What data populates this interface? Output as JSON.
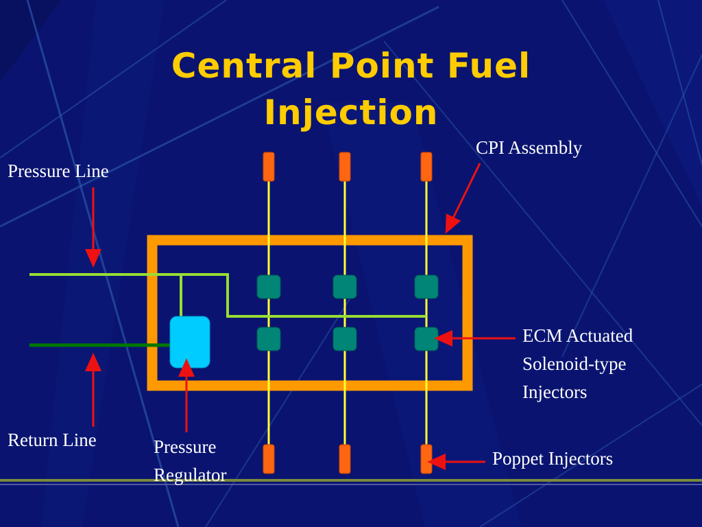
{
  "slide": {
    "title_line1": "Central Point Fuel",
    "title_line2": "Injection"
  },
  "labels": {
    "cpi_assembly": "CPI Assembly",
    "pressure_line": "Pressure Line",
    "return_line": "Return Line",
    "pressure_regulator_line1": "Pressure",
    "pressure_regulator_line2": "Regulator",
    "ecm_line1": "ECM Actuated",
    "ecm_line2": "Solenoid-type",
    "ecm_line3": "Injectors",
    "poppet_injectors": "Poppet Injectors"
  },
  "colors": {
    "background": "#0a1470",
    "title": "#ffcc00",
    "assembly_frame": "#ff9900",
    "injector_line": "#ffff33",
    "pressure_line": "#99dd33",
    "return_line": "#007700",
    "solenoid_injector": "#008577",
    "poppet_injector": "#ff6611",
    "regulator": "#00ccff",
    "arrow": "#ee1111",
    "label_text": "#ffffff"
  },
  "icons": {
    "arrow": "red-arrow-icon",
    "solenoid": "solenoid-injector-icon",
    "poppet": "poppet-injector-icon",
    "regulator": "pressure-regulator-icon"
  }
}
